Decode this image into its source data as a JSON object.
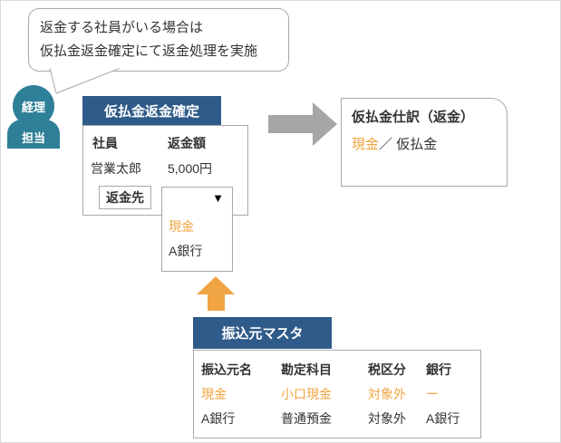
{
  "colors": {
    "panel_blue": "#2f5b8a",
    "actor_teal": "#2e7f98",
    "accent_orange": "#f0a33e",
    "arrow_gray": "#a6a6a6",
    "border_gray": "#a9a9a9"
  },
  "callout": {
    "line1": "返金する社員がいる場合は",
    "line2": "仮払金返金確定にて返金処理を実施"
  },
  "actor": {
    "line1": "経理",
    "line2": "担当"
  },
  "refund_panel": {
    "title": "仮払金返金確定",
    "col_employee": "社員",
    "col_amount": "返金額",
    "employee": "営業太郎",
    "amount": "5,000円",
    "refund_to_button": "返金先",
    "dropdown": {
      "caret": "▼",
      "options": [
        {
          "label": "現金",
          "highlighted": true
        },
        {
          "label": "A銀行",
          "highlighted": false
        }
      ]
    }
  },
  "journal_panel": {
    "title": "仮払金仕訳（返金）",
    "debit": "現金",
    "separator": "／ ",
    "credit": "仮払金"
  },
  "master_panel": {
    "title": "振込元マスタ",
    "headers": [
      "振込元名",
      "勘定科目",
      "税区分",
      "銀行"
    ],
    "rows": [
      {
        "cells": [
          "現金",
          "小口現金",
          "対象外",
          "ー"
        ],
        "highlighted": true
      },
      {
        "cells": [
          "A銀行",
          "普通預金",
          "対象外",
          "A銀行"
        ],
        "highlighted": false
      }
    ]
  },
  "icons": {
    "right_arrow": "right-block-arrow",
    "up_arrow": "up-block-arrow",
    "dropdown_caret": "▼"
  }
}
